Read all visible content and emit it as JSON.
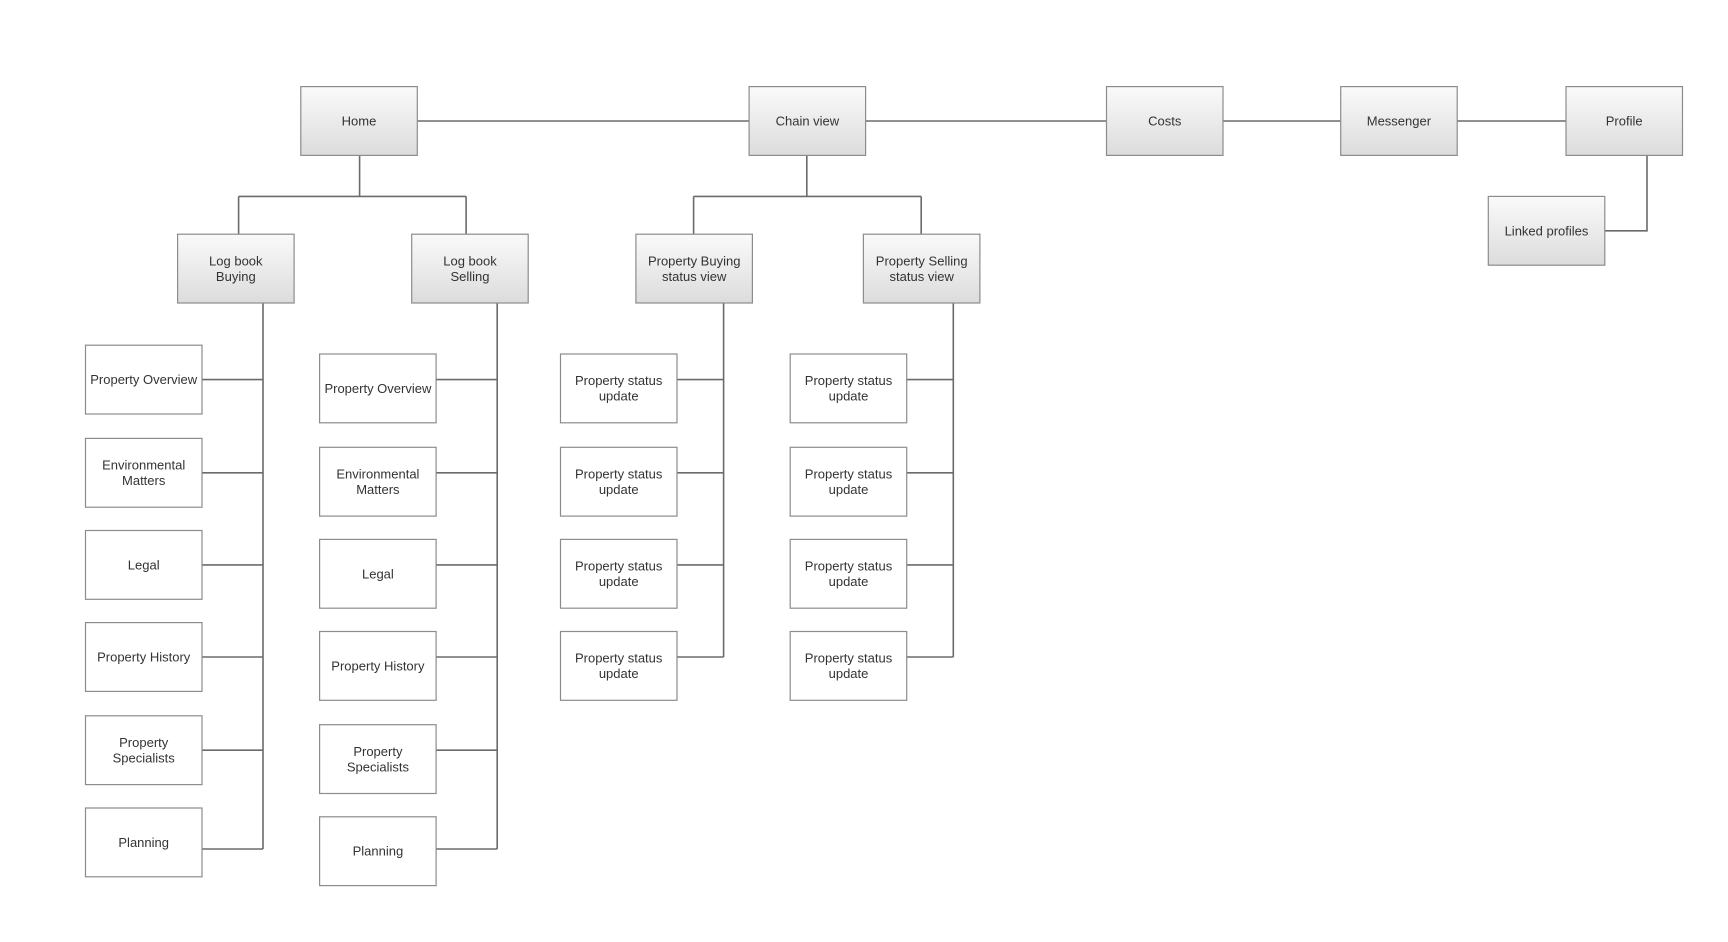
{
  "colors": {
    "line": "#6b6b6b",
    "box_border": "#8c8c8c",
    "top_fill_start": "#fafafa",
    "top_fill_end": "#dcdcdc",
    "leaf_fill": "#ffffff",
    "text": "#333333"
  },
  "nodes": {
    "home": [
      "Home"
    ],
    "chain_view": [
      "Chain view"
    ],
    "costs": [
      "Costs"
    ],
    "messenger": [
      "Messenger"
    ],
    "profile": [
      "Profile"
    ],
    "linked_profiles": [
      "Linked profiles"
    ],
    "log_book_buying": [
      "Log book",
      "Buying"
    ],
    "log_book_selling": [
      "Log book",
      "Selling"
    ],
    "buying_status_view": [
      "Property Buying",
      "status view"
    ],
    "selling_status_view": [
      "Property Selling",
      "status view"
    ],
    "buy_overview": [
      "Property Overview"
    ],
    "buy_environmental": [
      "Environmental",
      "Matters"
    ],
    "buy_legal": [
      "Legal"
    ],
    "buy_history": [
      "Property History"
    ],
    "buy_specialists": [
      "Property",
      "Specialists"
    ],
    "buy_planning": [
      "Planning"
    ],
    "sell_overview": [
      "Property Overview"
    ],
    "sell_environmental": [
      "Environmental",
      "Matters"
    ],
    "sell_legal": [
      "Legal"
    ],
    "sell_history": [
      "Property History"
    ],
    "sell_specialists": [
      "Property",
      "Specialists"
    ],
    "sell_planning": [
      "Planning"
    ],
    "buy_status_1": [
      "Property status",
      "update"
    ],
    "buy_status_2": [
      "Property status",
      "update"
    ],
    "buy_status_3": [
      "Property status",
      "update"
    ],
    "buy_status_4": [
      "Property status",
      "update"
    ],
    "sell_status_1": [
      "Property status",
      "update"
    ],
    "sell_status_2": [
      "Property status",
      "update"
    ],
    "sell_status_3": [
      "Property status",
      "update"
    ],
    "sell_status_4": [
      "Property status",
      "update"
    ]
  }
}
